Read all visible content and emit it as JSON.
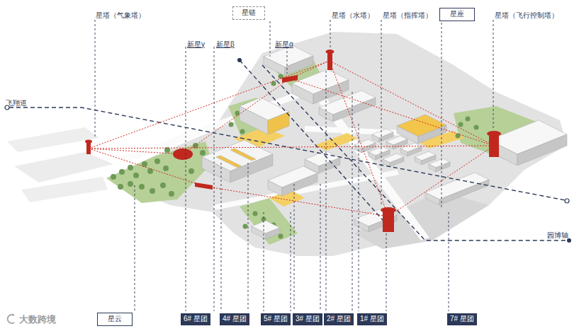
{
  "diagram": {
    "nodes": [
      {
        "text": [
          "星链"
        ]
      },
      {
        "text": [
          "星座"
        ]
      },
      {
        "text": [
          "星云"
        ]
      },
      {
        "text": [
          "6# 星团"
        ]
      },
      {
        "text": [
          "4# 星团"
        ]
      },
      {
        "text": [
          "5# 星团"
        ]
      },
      {
        "text": [
          "3# 星团"
        ]
      },
      {
        "text": [
          "2# 星团"
        ]
      },
      {
        "text": [
          "1# 星团"
        ]
      },
      {
        "text": [
          "7# 星团"
        ]
      }
    ],
    "labels": [
      "星塔（气象塔）",
      "新星γ",
      "新星β",
      "新星α",
      "星塔（水塔）",
      "星塔（指挥塔）",
      "星塔（飞行控制塔）",
      "飞翔道",
      "园博轴",
      "大数跨境"
    ]
  }
}
